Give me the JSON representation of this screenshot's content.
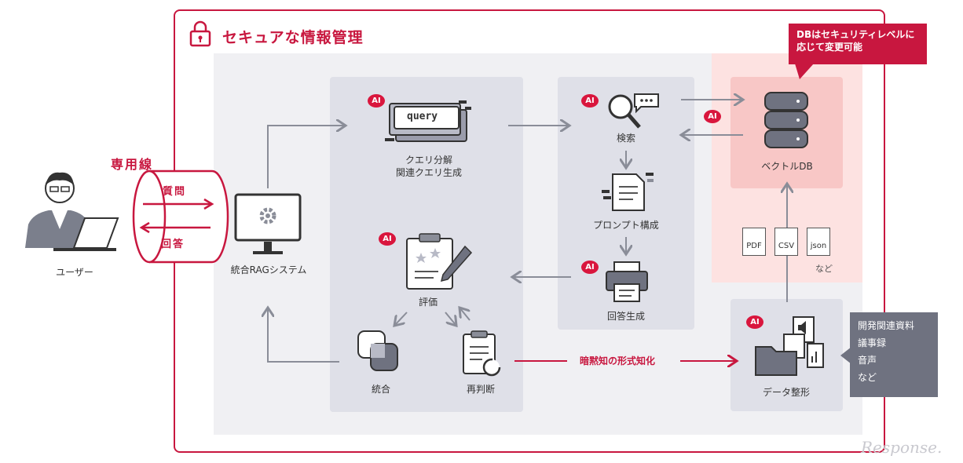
{
  "title": "セキュアな情報管理",
  "callout_db": "DBはセキュリティレベルに応じて変更可能",
  "user_label": "ユーザー",
  "dedicated_line": "専用線",
  "question": "質問",
  "answer": "回答",
  "rag_system": "統合RAGシステム",
  "query_word": "query",
  "query_label_1": "クエリ分解",
  "query_label_2": "関連クエリ生成",
  "search": "検索",
  "prompt_build": "プロンプト構成",
  "answer_gen": "回答生成",
  "vector_db": "ベクトルDB",
  "evaluate": "評価",
  "integrate": "統合",
  "rejudge": "再判断",
  "tacit_knowledge": "暗黙知の形式知化",
  "data_shaping": "データ整形",
  "formats": [
    "PDF",
    "CSV",
    "json"
  ],
  "formats_etc": "など",
  "sources": [
    "開発関連資料",
    "議事録",
    "音声",
    "など"
  ],
  "ai_badge": "AI",
  "watermark": "Response.",
  "colors": {
    "accent": "#c8173f",
    "panel": "#dfe0e8",
    "db_zone": "#fde2e1",
    "db_box": "#f8c7c6",
    "source_box": "#6f7280"
  }
}
